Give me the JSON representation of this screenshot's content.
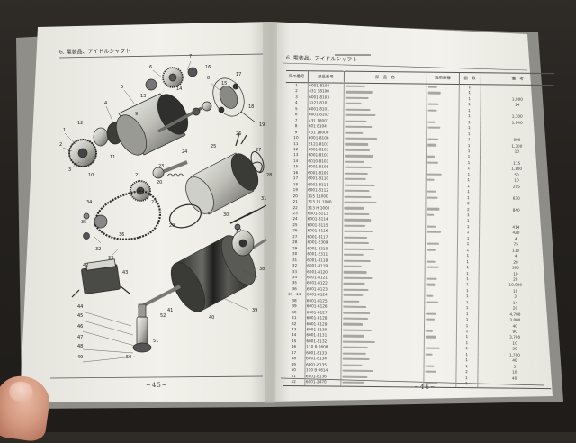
{
  "left_page": {
    "heading": "6. 電装品、アイドルシャフト",
    "page_number": "~45~",
    "callouts": [
      "1",
      "2",
      "3",
      "4",
      "5",
      "6",
      "7",
      "8",
      "9",
      "10",
      "11",
      "12",
      "13",
      "14",
      "15",
      "16",
      "17",
      "18",
      "19",
      "20",
      "21",
      "22",
      "23",
      "24",
      "25",
      "26",
      "27",
      "28",
      "29",
      "30",
      "31",
      "32",
      "33",
      "34",
      "35",
      "36",
      "37",
      "38",
      "39",
      "40",
      "41",
      "42",
      "43",
      "44",
      "45",
      "46",
      "47",
      "48",
      "49",
      "50",
      "51",
      "52"
    ]
  },
  "right_page": {
    "heading": "6. 電装品、アイドルシャフト",
    "page_number": "~46~",
    "columns": [
      "図の番号",
      "部品番号",
      "部　品　名",
      "適用車種",
      "個　数",
      "備　考"
    ],
    "rows": [
      {
        "no": "1",
        "part": "6001-8100",
        "qty": "1",
        "rem": ""
      },
      {
        "no": "2",
        "part": "431 18100",
        "qty": "1",
        "rem": ""
      },
      {
        "no": "3",
        "part": "6001-8103",
        "qty": "1",
        "rem": "1,000"
      },
      {
        "no": "4",
        "part": "3121-8101",
        "qty": "1",
        "rem": "14"
      },
      {
        "no": "5",
        "part": "6001-8101",
        "qty": "1",
        "rem": ""
      },
      {
        "no": "6",
        "part": "6001-8102",
        "qty": "1",
        "rem": "1,100"
      },
      {
        "no": "7",
        "part": "431 18001",
        "qty": "1",
        "rem": "1,040"
      },
      {
        "no": "8",
        "part": "601 8104",
        "qty": "1",
        "rem": ""
      },
      {
        "no": "9",
        "part": "431 18000",
        "qty": "1",
        "rem": ""
      },
      {
        "no": "10",
        "part": "6001-8106",
        "qty": "1",
        "rem": "800"
      },
      {
        "no": "11",
        "part": "5121-8101",
        "qty": "1",
        "rem": "1,300"
      },
      {
        "no": "12",
        "part": "6001-8105",
        "qty": "1",
        "rem": "10"
      },
      {
        "no": "13",
        "part": "6001-8107",
        "qty": "1",
        "rem": ""
      },
      {
        "no": "14",
        "part": "6010-8101",
        "qty": "1",
        "rem": "115"
      },
      {
        "no": "15",
        "part": "6001-8108",
        "qty": "1",
        "rem": "1,100"
      },
      {
        "no": "16",
        "part": "6001-8109",
        "qty": "1",
        "rem": "50"
      },
      {
        "no": "17",
        "part": "6001-8110",
        "qty": "1",
        "rem": "10"
      },
      {
        "no": "18",
        "part": "6001-8111",
        "qty": "1",
        "rem": "215"
      },
      {
        "no": "19",
        "part": "6001-8112",
        "qty": "1",
        "rem": ""
      },
      {
        "no": "20",
        "part": "115 11000",
        "qty": "1",
        "rem": "630"
      },
      {
        "no": "21",
        "part": "313 11 1000",
        "qty": "2",
        "rem": ""
      },
      {
        "no": "22",
        "part": "313 H 1000",
        "qty": "2",
        "rem": "840"
      },
      {
        "no": "23",
        "part": "6001-8113",
        "qty": "1",
        "rem": ""
      },
      {
        "no": "24",
        "part": "6001-8114",
        "qty": "1",
        "rem": ""
      },
      {
        "no": "25",
        "part": "6001-8115",
        "qty": "1",
        "rem": "414"
      },
      {
        "no": "26",
        "part": "6001-8116",
        "qty": "1",
        "rem": "420"
      },
      {
        "no": "27",
        "part": "6001-8117",
        "qty": "1",
        "rem": "4"
      },
      {
        "no": "28",
        "part": "6001-2309",
        "qty": "1",
        "rem": "75"
      },
      {
        "no": "29",
        "part": "6001-2310",
        "qty": "1",
        "rem": "110"
      },
      {
        "no": "30",
        "part": "6001-2311",
        "qty": "1",
        "rem": "4"
      },
      {
        "no": "31",
        "part": "6001-8118",
        "qty": "1",
        "rem": "20"
      },
      {
        "no": "32",
        "part": "6001-8119",
        "qty": "1",
        "rem": "300"
      },
      {
        "no": "33",
        "part": "6001-8120",
        "qty": "1",
        "rem": "10"
      },
      {
        "no": "34",
        "part": "6001-8121",
        "qty": "1",
        "rem": "20"
      },
      {
        "no": "35",
        "part": "6001-8122",
        "qty": "1",
        "rem": "10,000"
      },
      {
        "no": "36",
        "part": "6001-8123",
        "qty": "1",
        "rem": "10"
      },
      {
        "no": "37~44",
        "part": "6001-8124",
        "qty": "1",
        "rem": "3"
      },
      {
        "no": "38",
        "part": "6001-8125",
        "qty": "1",
        "rem": "14"
      },
      {
        "no": "39",
        "part": "6001-8126",
        "qty": "1",
        "rem": "20"
      },
      {
        "no": "40",
        "part": "6001-8127",
        "qty": "1",
        "rem": "4,700"
      },
      {
        "no": "41",
        "part": "6001-8128",
        "qty": "1",
        "rem": "3,800"
      },
      {
        "no": "42",
        "part": "6001-8129",
        "qty": "1",
        "rem": "40"
      },
      {
        "no": "43",
        "part": "6001-8130",
        "qty": "1",
        "rem": "90"
      },
      {
        "no": "44",
        "part": "6001-8131",
        "qty": "1",
        "rem": "3,700"
      },
      {
        "no": "45",
        "part": "6001-8132",
        "qty": "1",
        "rem": "10"
      },
      {
        "no": "46",
        "part": "110 B 0608",
        "qty": "1",
        "rem": "30"
      },
      {
        "no": "47",
        "part": "6001-8133",
        "qty": "1",
        "rem": "1,700"
      },
      {
        "no": "48",
        "part": "6001-8134",
        "qty": "1",
        "rem": "40"
      },
      {
        "no": "49",
        "part": "6001-8135",
        "qty": "1",
        "rem": "5"
      },
      {
        "no": "50",
        "part": "110 B 0614",
        "qty": "2",
        "rem": "10"
      },
      {
        "no": "51",
        "part": "6001-8136",
        "qty": "1",
        "rem": "40"
      },
      {
        "no": "52",
        "part": "6001-2470",
        "qty": "1",
        "rem": ""
      }
    ]
  },
  "colors": {
    "background": "#24211e",
    "paper": "#f1f0ea",
    "paper_shade": "#d9d8d0",
    "ink": "#3a3a38"
  }
}
